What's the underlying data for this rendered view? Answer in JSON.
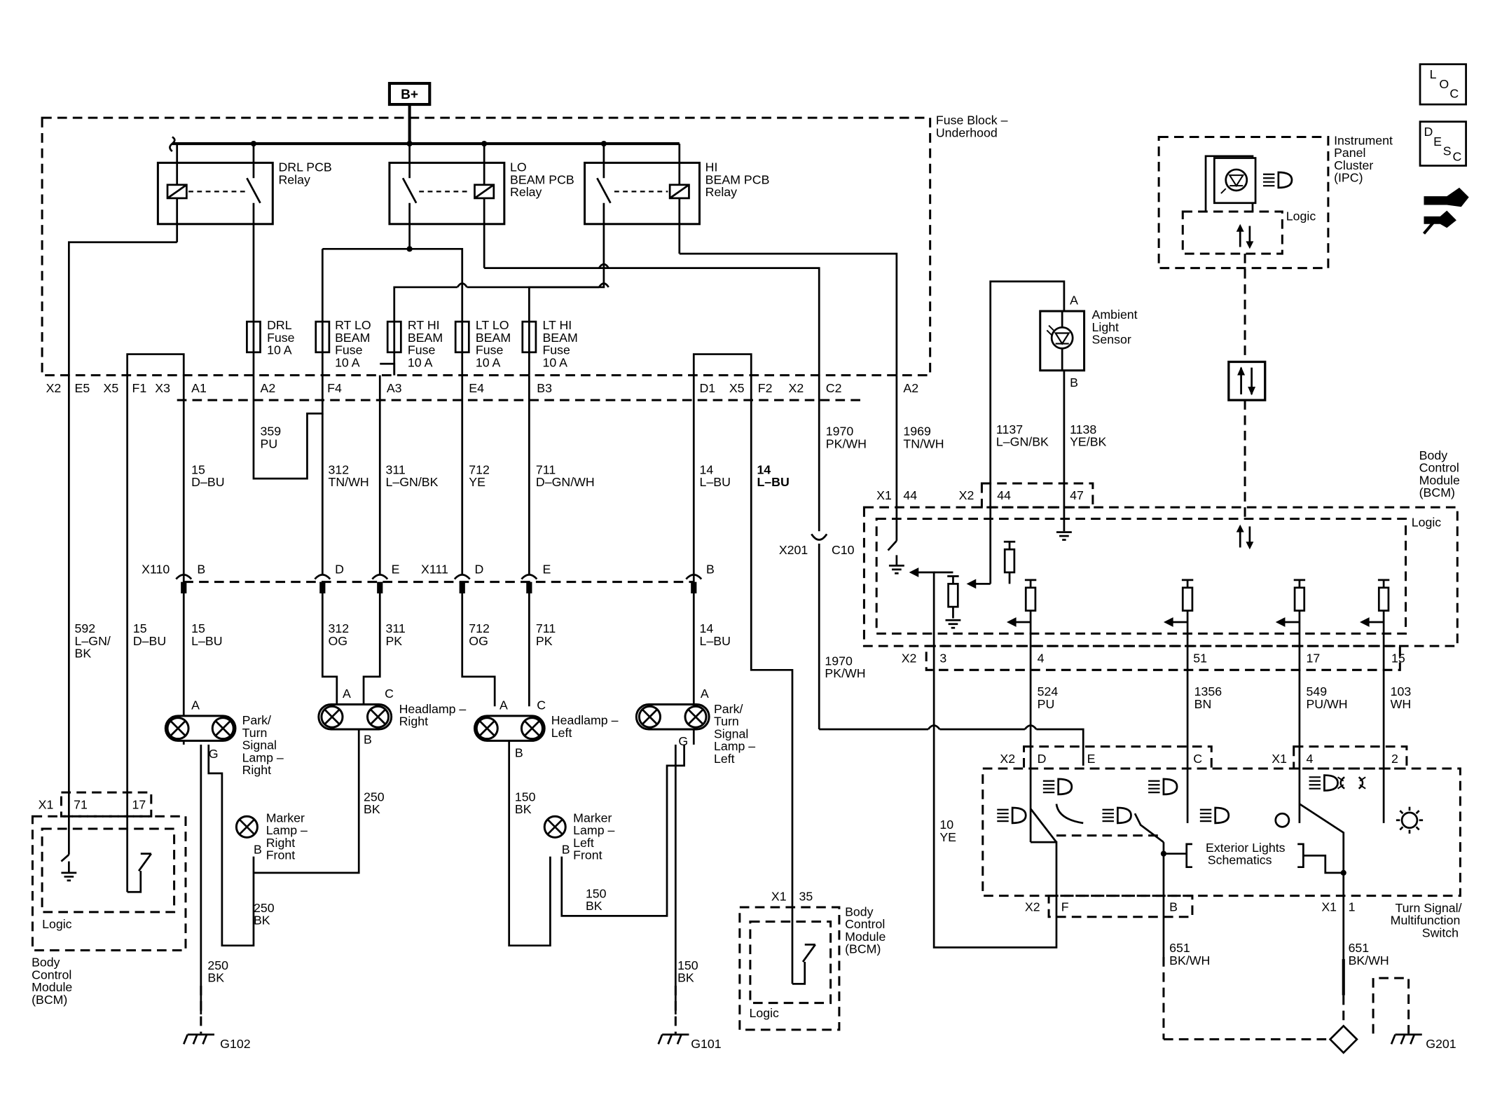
{
  "labels": {
    "b_plus": "B+",
    "fuse_block": [
      "Fuse Block –",
      "Underhood"
    ],
    "drl_relay": [
      "DRL PCB",
      "Relay"
    ],
    "lo_relay": [
      "LO",
      "BEAM PCB",
      "Relay"
    ],
    "hi_relay": [
      "HI",
      "BEAM PCB",
      "Relay"
    ],
    "drl_fuse": [
      "DRL",
      "Fuse",
      "10 A"
    ],
    "rt_lo_fuse": [
      "RT LO",
      "BEAM",
      "Fuse",
      "10 A"
    ],
    "rt_hi_fuse": [
      "RT HI",
      "BEAM",
      "Fuse",
      "10 A"
    ],
    "lt_lo_fuse": [
      "LT LO",
      "BEAM",
      "Fuse",
      "10 A"
    ],
    "lt_hi_fuse": [
      "LT HI",
      "BEAM",
      "Fuse",
      "10 A"
    ],
    "ambient": [
      "Ambient",
      "Light",
      "Sensor"
    ],
    "ipc": [
      "Instrument",
      "Panel",
      "Cluster",
      "(IPC)"
    ],
    "logic": "Logic",
    "bcm_right": [
      "Body",
      "Control",
      "Module",
      "(BCM)"
    ],
    "bcm_left": [
      "Body",
      "Control",
      "Module",
      "(BCM)"
    ],
    "bcm_mid": [
      "Body",
      "Control",
      "Module",
      "(BCM)"
    ],
    "park_right": [
      "Park/",
      "Turn",
      "Signal",
      "Lamp –",
      "Right"
    ],
    "park_left": [
      "Park/",
      "Turn",
      "Signal",
      "Lamp –",
      "Left"
    ],
    "headlamp_right": [
      "Headlamp –",
      "Right"
    ],
    "headlamp_left": [
      "Headlamp –",
      "Left"
    ],
    "marker_right": [
      "Marker",
      "Lamp –",
      "Right",
      "Front"
    ],
    "marker_left": [
      "Marker",
      "Lamp –",
      "Left",
      "Front"
    ],
    "ext_lights": [
      "Exterior Lights",
      "Schematics"
    ],
    "turn_switch": [
      "Turn Signal/",
      "Multifunction",
      "Switch"
    ],
    "x110": "X110",
    "x111": "X111",
    "x201": "X201",
    "c10": "C10",
    "g102": "G102",
    "g101": "G101",
    "g201": "G201",
    "loc_letters": [
      "L",
      "O",
      "C"
    ],
    "desc_letters": [
      "D",
      "E",
      "S",
      "C"
    ]
  },
  "fuse_pins": [
    "X2",
    "E5",
    "X5",
    "F1",
    "X3",
    "A1",
    "A2",
    "F4",
    "A3",
    "E4",
    "B3",
    "D1",
    "X5",
    "F2",
    "X2",
    "C2",
    "A2"
  ],
  "wires": {
    "w359": [
      "359",
      "PU"
    ],
    "w15_top": [
      "15",
      "D–BU"
    ],
    "w312_top": [
      "312",
      "TN/WH"
    ],
    "w311_top": [
      "311",
      "L–GN/BK"
    ],
    "w712_top": [
      "712",
      "YE"
    ],
    "w711_top": [
      "711",
      "D–GN/WH"
    ],
    "w14_top": [
      "14",
      "L–BU"
    ],
    "w14_top2": [
      "14",
      "L–BU"
    ],
    "w1970_top": [
      "1970",
      "PK/WH"
    ],
    "w1969": [
      "1969",
      "TN/WH"
    ],
    "w1137": [
      "1137",
      "L–GN/BK"
    ],
    "w1138": [
      "1138",
      "YE/BK"
    ],
    "w592": [
      "592",
      "L–GN/",
      "BK"
    ],
    "w15_low": [
      "15",
      "D–BU"
    ],
    "w15_lbu": [
      "15",
      "L–BU"
    ],
    "w312_low": [
      "312",
      "OG"
    ],
    "w311_low": [
      "311",
      "PK"
    ],
    "w712_low": [
      "712",
      "OG"
    ],
    "w711_low": [
      "711",
      "PK"
    ],
    "w14_low": [
      "14",
      "L–BU"
    ],
    "w1970_low": [
      "1970",
      "PK/WH"
    ],
    "w524": [
      "524",
      "PU"
    ],
    "w1356": [
      "1356",
      "BN"
    ],
    "w549": [
      "549",
      "PU/WH"
    ],
    "w103": [
      "103",
      "WH"
    ],
    "w250a": [
      "250",
      "BK"
    ],
    "w250b": [
      "250",
      "BK"
    ],
    "w250c": [
      "250",
      "BK"
    ],
    "w150a": [
      "150",
      "BK"
    ],
    "w150b": [
      "150",
      "BK"
    ],
    "w150c": [
      "150",
      "BK"
    ],
    "w10": [
      "10",
      "YE"
    ],
    "w651a": [
      "651",
      "BK/WH"
    ],
    "w651b": [
      "651",
      "BK/WH"
    ]
  },
  "pins": {
    "x110_b": "B",
    "x110_d": "D",
    "x110_e": "E",
    "x111_d": "D",
    "x111_e": "E",
    "x111_b": "B",
    "x1_44": "X1",
    "n44": "44",
    "x2_44": "X2",
    "n44b": "44",
    "n47": "47",
    "ambA": "A",
    "ambB": "B",
    "x2_3": "X2",
    "n3": "3",
    "n4": "4",
    "n51": "51",
    "n17": "17",
    "n15": "15",
    "prA": "A",
    "prG": "G",
    "hrA": "A",
    "hrC": "C",
    "hrB": "B",
    "hlA": "A",
    "hlC": "C",
    "hlB": "B",
    "plA": "A",
    "plG": "G",
    "mrB": "B",
    "mlB": "B",
    "x1_71": "X1",
    "n71": "71",
    "n17b": "17",
    "x1_35": "X1",
    "n35": "35",
    "tsX2": "X2",
    "tsD": "D",
    "tsE": "E",
    "tsC": "C",
    "tsX1": "X1",
    "ts4": "4",
    "ts2": "2",
    "tsX2b": "X2",
    "tsF": "F",
    "tsB": "B",
    "tsX1b": "X1",
    "ts1": "1"
  }
}
